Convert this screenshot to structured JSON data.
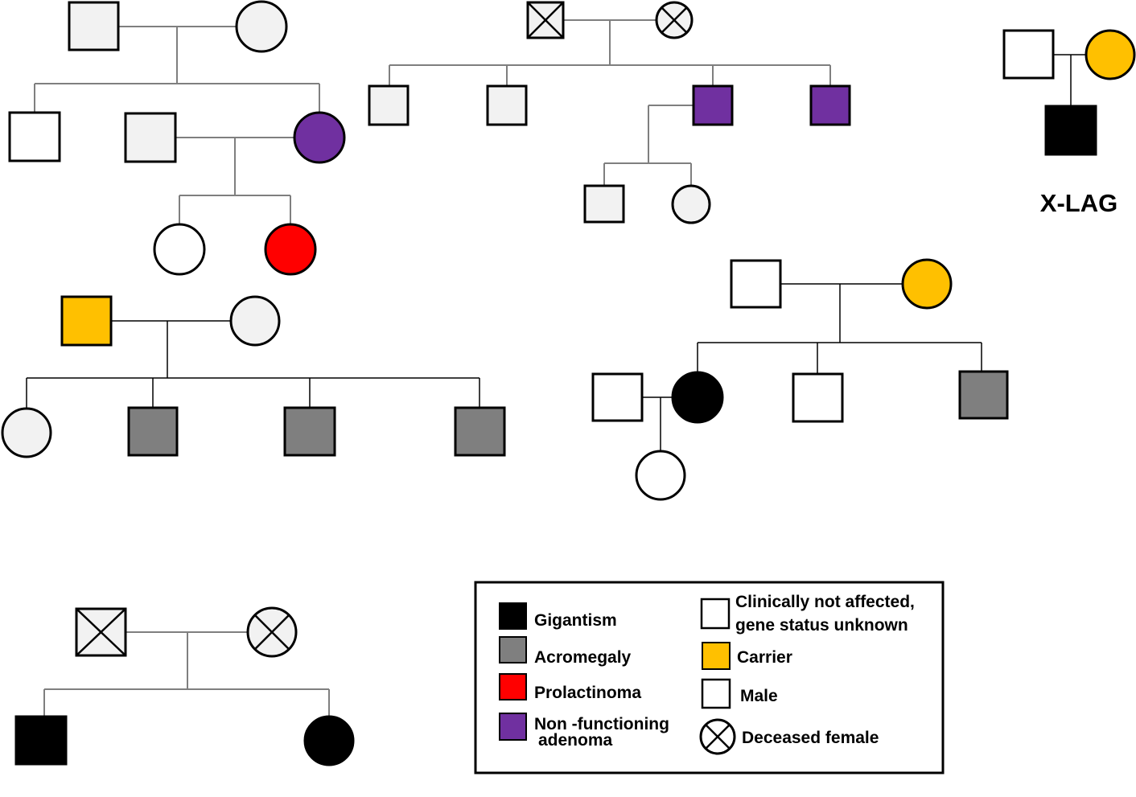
{
  "title_label": "X-LAG",
  "colors": {
    "gigantism": "#000000",
    "acromegaly": "#7f7f7f",
    "prolactinoma": "#ff0000",
    "non_functioning_adenoma": "#7030a0",
    "carrier": "#ffc000",
    "unaffected_unknown": "#ffffff",
    "light_fill": "#f2f2f2"
  },
  "legend": {
    "gigantism": "Gigantism",
    "acromegaly": "Acromegaly",
    "prolactinoma": "Prolactinoma",
    "nonfunc_line1": "Non -functioning",
    "nonfunc_line2": "adenoma",
    "unaffected_line1": "Clinically  not affected,",
    "unaffected_line2": "gene status unknown",
    "carrier": "Carrier",
    "male": "Male",
    "deceased_female": "Deceased female"
  },
  "pedigrees": [
    {
      "name": "pedigree-1",
      "generations": 3,
      "members": 7
    },
    {
      "name": "pedigree-2",
      "generations": 3,
      "members": 8
    },
    {
      "name": "pedigree-3",
      "generations": 2,
      "members": 3
    },
    {
      "name": "pedigree-4",
      "generations": 2,
      "members": 6
    },
    {
      "name": "pedigree-5",
      "generations": 3,
      "members": 7
    },
    {
      "name": "pedigree-6",
      "generations": 2,
      "members": 4
    }
  ]
}
